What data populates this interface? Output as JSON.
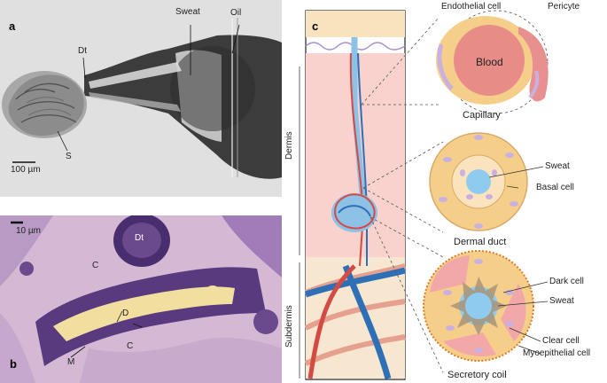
{
  "figure": {
    "panel_a": {
      "letter": "a",
      "labels": {
        "sweat": "Sweat",
        "oil": "Oil",
        "dt": "Dt",
        "s": "S",
        "scale": "100 µm"
      }
    },
    "panel_b": {
      "letter": "b",
      "labels": {
        "scale": "10 µm",
        "dt": "Dt",
        "c1": "C",
        "c2": "C",
        "d": "D",
        "m": "M"
      }
    },
    "panel_c": {
      "letter": "c",
      "layers": {
        "dermis": "Dermis",
        "subdermis": "Subdermis"
      },
      "capillary": {
        "endothelial": "Endothelial cell",
        "pericyte": "Pericyte",
        "blood": "Blood",
        "title": "Capillary"
      },
      "duct": {
        "sweat": "Sweat",
        "basal": "Basal cell",
        "title": "Dermal duct"
      },
      "coil": {
        "dark": "Dark cell",
        "sweat": "Sweat",
        "clear": "Clear cell",
        "myo": "Myoepithelial cell",
        "title": "Secretory coil"
      }
    }
  }
}
